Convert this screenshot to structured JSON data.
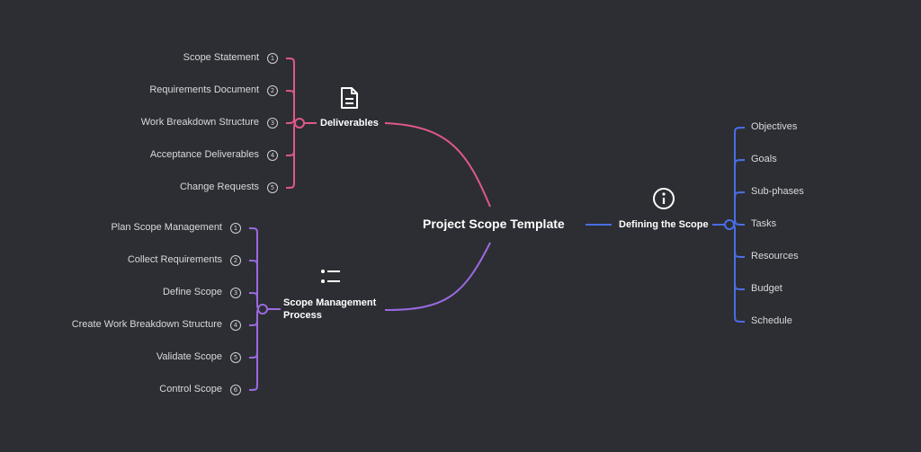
{
  "root": {
    "title": "Project Scope Template"
  },
  "branches": {
    "deliverables": {
      "label": "Deliverables",
      "icon": "document-icon",
      "color": "#e0588a",
      "items": [
        {
          "label": "Scope Statement",
          "num": "1"
        },
        {
          "label": "Requirements Document",
          "num": "2"
        },
        {
          "label": "Work Breakdown Structure",
          "num": "3"
        },
        {
          "label": "Acceptance Deliverables",
          "num": "4"
        },
        {
          "label": "Change Requests",
          "num": "5"
        }
      ]
    },
    "process": {
      "label_line1": "Scope Management",
      "label_line2": "Process",
      "icon": "list-icon",
      "color": "#9b6ae0",
      "items": [
        {
          "label": "Plan Scope Management",
          "num": "1"
        },
        {
          "label": "Collect Requirements",
          "num": "2"
        },
        {
          "label": "Define Scope",
          "num": "3"
        },
        {
          "label": "Create Work Breakdown Structure",
          "num": "4"
        },
        {
          "label": "Validate Scope",
          "num": "5"
        },
        {
          "label": "Control Scope",
          "num": "6"
        }
      ]
    },
    "defining": {
      "label": "Defining the Scope",
      "icon": "info-icon",
      "color": "#4a6ee6",
      "items": [
        {
          "label": "Objectives"
        },
        {
          "label": "Goals"
        },
        {
          "label": "Sub-phases"
        },
        {
          "label": "Tasks"
        },
        {
          "label": "Resources"
        },
        {
          "label": "Budget"
        },
        {
          "label": "Schedule"
        }
      ]
    }
  }
}
